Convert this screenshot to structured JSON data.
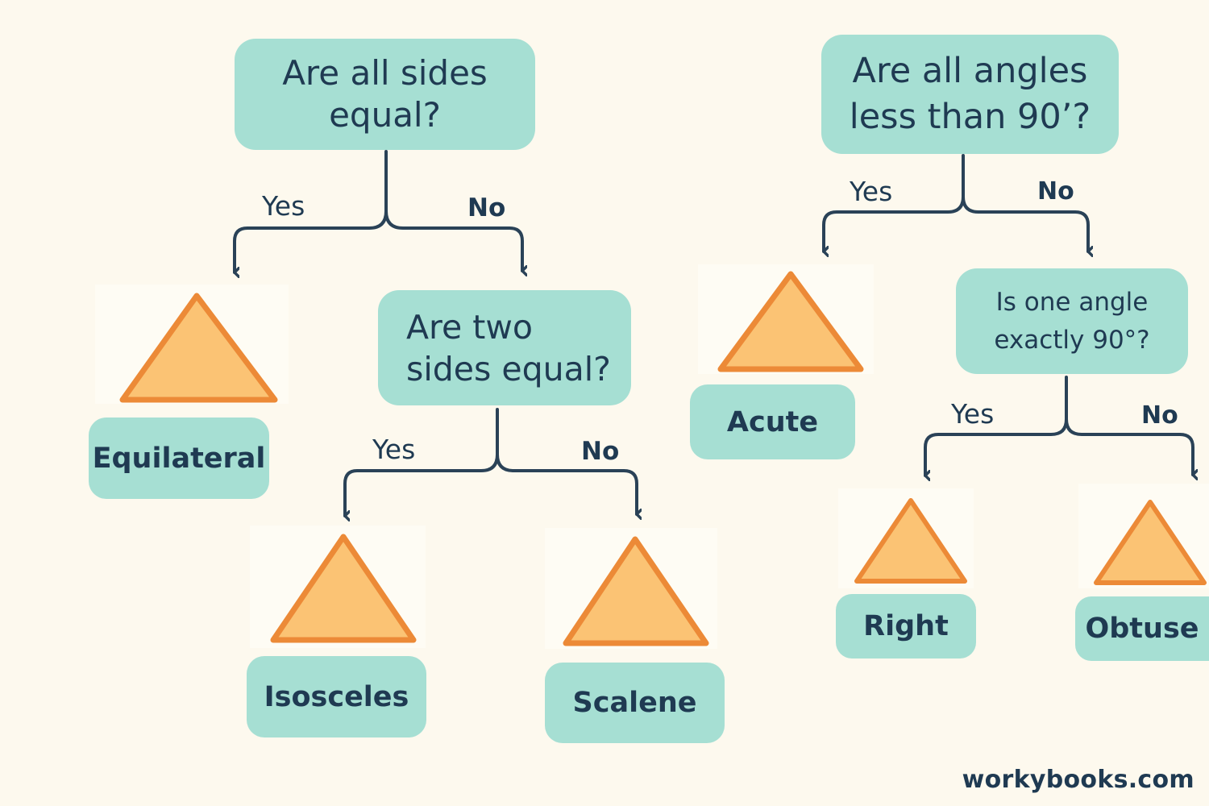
{
  "questions": {
    "all_sides": {
      "line1": "Are all sides",
      "line2": "equal?"
    },
    "two_sides": {
      "line1": "Are two",
      "line2": "sides equal?"
    },
    "all_angles": {
      "line1": "Are all angles",
      "line2": "less than 90’?"
    },
    "one_angle": {
      "line1": "Is one angle",
      "line2": "exactly 90°?"
    }
  },
  "branch_labels": {
    "yes": "Yes",
    "no": "No"
  },
  "results": {
    "equilateral": "Equilateral",
    "isosceles": "Isosceles",
    "scalene": "Scalene",
    "acute": "Acute",
    "right": "Right",
    "obtuse": "Obtuse"
  },
  "credit": "workybooks.com",
  "colors": {
    "background": "#fdf9ee",
    "box_fill": "#a6dfd3",
    "text": "#1f3a52",
    "triangle_fill": "#fbc374",
    "triangle_stroke": "#ec8a37"
  }
}
